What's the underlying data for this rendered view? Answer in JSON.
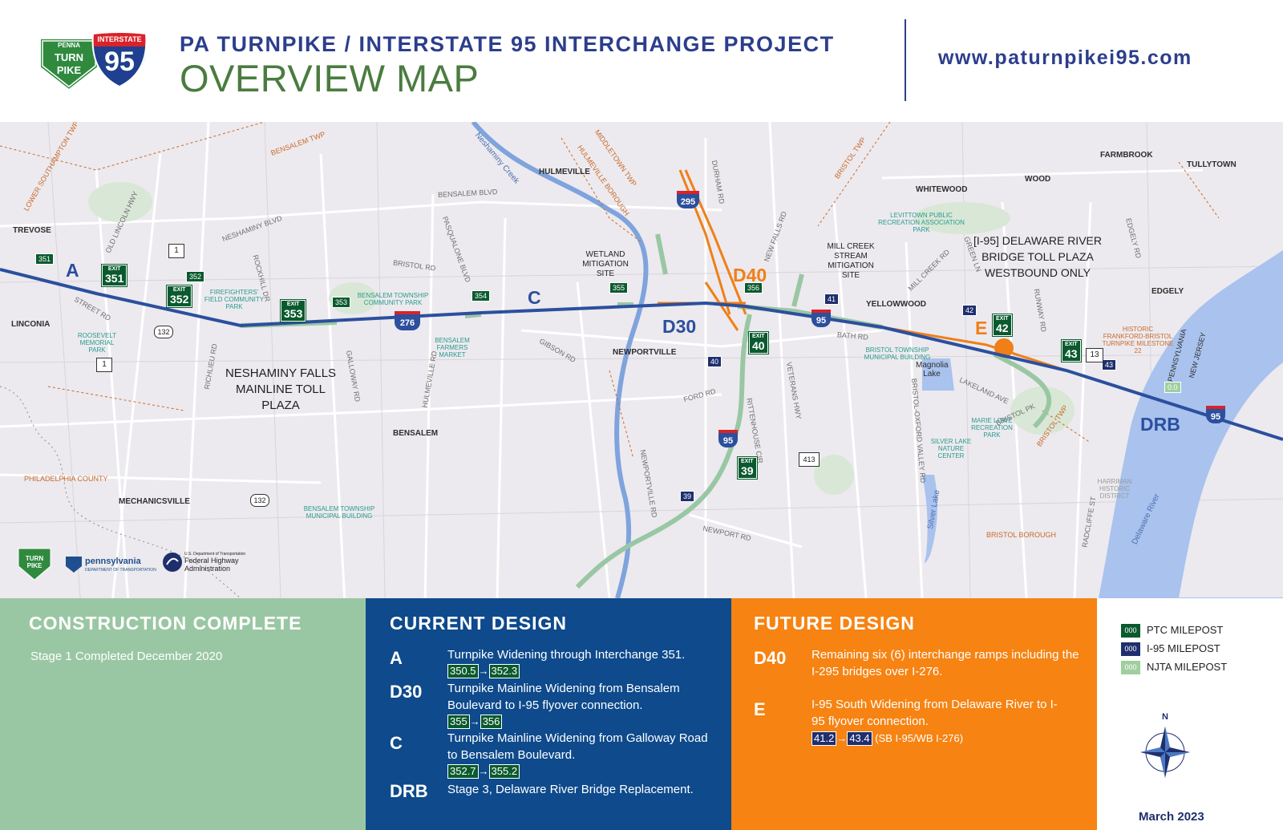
{
  "header": {
    "logo_turnpike_top": "PENNA",
    "logo_turnpike_main": "TURN PIKE",
    "logo_interstate_top": "INTERSTATE",
    "logo_interstate_num": "95",
    "title_line1": "PA TURNPIKE / INTERSTATE 95 INTERCHANGE PROJECT",
    "title_line2": "OVERVIEW MAP",
    "url": "www.paturnpikei95.com"
  },
  "map": {
    "places": [
      "TREVOSE",
      "LINCONIA",
      "HULMEVILLE",
      "NEWPORTVILLE",
      "BENSALEM",
      "MECHANICSVILLE",
      "WHITEWOOD",
      "YELLOWWOOD",
      "FARMBROOK",
      "WOOD",
      "TULLYTOWN",
      "EDGELY",
      "PHILADELPHIA COUNTY"
    ],
    "roads": [
      "NESHAMINY BLVD",
      "BENSALEM BLVD",
      "BRISTOL RD",
      "OLD LINCOLN HWY",
      "STREET RD",
      "ROCKHILL DR",
      "RICHLIEU RD",
      "GALLOWAY RD",
      "HULMEVILLE RD",
      "PASQUALONE BLVD",
      "GIBSON RD",
      "FORD RD",
      "NEWPORTVILLE RD",
      "NEW FALLS RD",
      "BATH RD",
      "VETERANS HWY",
      "RITTENHOUSE CIR",
      "DURHAM RD",
      "MILL CREEK RD",
      "GREEN LN",
      "LAKELAND AVE",
      "BRISTOL PK",
      "BRISTOL-OXFORD VALLEY RD",
      "RUNWAY RD",
      "EDGELY RD",
      "RADCLIFFE ST",
      "NEWPORT RD",
      "BENSALEM BLVD"
    ],
    "townships": [
      "LOWER SOUTHAMPTON TWP",
      "BENSALEM TWP",
      "MIDDLETOWN TWP",
      "HULMEVILLE BOROUGH",
      "BRISTOL TWP",
      "BRISTOL BOROUGH",
      "BRISTOL TWP"
    ],
    "water": [
      "Neshaminy Creek",
      "Magnolia Lake",
      "Silver Lake",
      "Delaware River"
    ],
    "pois": [
      "FIREFIGHTERS' FIELD COMMUNITY PARK",
      "BENSALEM TOWNSHIP COMMUNITY PARK",
      "ROOSEVELT MEMORIAL PARK",
      "BENSALEM FARMERS MARKET",
      "BENSALEM TOWNSHIP MUNICIPAL BUILDING",
      "BRISTOL TOWNSHIP MUNICIPAL BUILDING",
      "LEVITTOWN PUBLIC RECREATION ASSOCIATION PARK",
      "MARIE LOWE RECREATION PARK",
      "SILVER LAKE NATURE CENTER",
      "HISTORIC FRANKFORD-BRISTOL TURNPIKE MILESTONE 22",
      "HARRIMAN HISTORIC DISTRICT"
    ],
    "callouts": {
      "toll_plaza": "NESHAMINY FALLS MAINLINE TOLL PLAZA",
      "wetland": "WETLAND MITIGATION SITE",
      "millcreek": "MILL CREEK STREAM MITIGATION SITE",
      "delaware": "[I-95] DELAWARE RIVER BRIDGE TOLL PLAZA WESTBOUND ONLY"
    },
    "segments": {
      "A": "A",
      "C": "C",
      "D30": "D30",
      "D40": "D40",
      "E": "E",
      "DRB": "DRB"
    },
    "exits": [
      {
        "label": "EXIT",
        "num": "351"
      },
      {
        "label": "EXIT",
        "num": "352"
      },
      {
        "label": "EXIT",
        "num": "353"
      },
      {
        "label": "EXIT",
        "num": "40"
      },
      {
        "label": "EXIT",
        "num": "42"
      },
      {
        "label": "EXIT",
        "num": "43"
      },
      {
        "label": "EXIT",
        "num": "39"
      }
    ],
    "mileposts_ptc": [
      "351",
      "352",
      "353",
      "354",
      "355",
      "356"
    ],
    "mileposts_i95": [
      "40",
      "41",
      "42",
      "43",
      "39"
    ],
    "milepost_njta": "0.0",
    "shields": {
      "i276": "276",
      "i295": "295",
      "i95": "95",
      "us1": "1",
      "us13": "13",
      "us413": "413",
      "pa132": "132"
    },
    "states": {
      "pa": "PENNSYLVANIA",
      "nj": "NEW JERSEY"
    },
    "footer_logos": {
      "turnpike": "TURN PIKE",
      "penndot": "pennsylvania",
      "penndot_sub": "DEPARTMENT OF TRANSPORTATION",
      "fhwa_top": "U.S. Department of Transportation",
      "fhwa": "Federal Highway Administration"
    }
  },
  "panels": {
    "complete": {
      "title": "CONSTRUCTION COMPLETE",
      "text": "Stage 1 Completed December 2020"
    },
    "current": {
      "title": "CURRENT DESIGN",
      "items": [
        {
          "tag": "A",
          "text": "Turnpike Widening through Interchange 351.",
          "from": "350.5",
          "to": "352.3"
        },
        {
          "tag": "D30",
          "text": "Turnpike Mainline Widening from Bensalem Boulevard to I-95 flyover connection.",
          "from": "355",
          "to": "356"
        },
        {
          "tag": "C",
          "text": "Turnpike Mainline Widening from Galloway Road to Bensalem Boulevard.",
          "from": "352.7",
          "to": "355.2"
        },
        {
          "tag": "DRB",
          "text": "Stage 3, Delaware River Bridge Replacement."
        }
      ]
    },
    "future": {
      "title": "FUTURE DESIGN",
      "items": [
        {
          "tag": "D40",
          "text": "Remaining six (6) interchange ramps including the I-295 bridges over I-276."
        },
        {
          "tag": "E",
          "text": "I-95 South Widening from Delaware River to I-95 flyover connection.",
          "from": "41.2",
          "to": "43.4",
          "note": "(SB I-95/WB I-276)"
        }
      ]
    },
    "legend": {
      "items": [
        {
          "sw": "000",
          "label": "PTC MILEPOST",
          "color": "#0a5a2e"
        },
        {
          "sw": "000",
          "label": "I-95 MILEPOST",
          "color": "#1f2f6e"
        },
        {
          "sw": "000",
          "label": "NJTA MILEPOST",
          "color": "#9fcf9f"
        }
      ],
      "north": "N",
      "date": "March 2023"
    }
  },
  "colors": {
    "ptc_green": "#0a5a2e",
    "i95_blue": "#1f2f6e",
    "complete": "#9ac7a3",
    "current": "#0e4a8c",
    "future": "#f68312",
    "turnpike_line": "#2c4f9e",
    "title_blue": "#2c3e8c",
    "title_green": "#4a7c3f"
  }
}
